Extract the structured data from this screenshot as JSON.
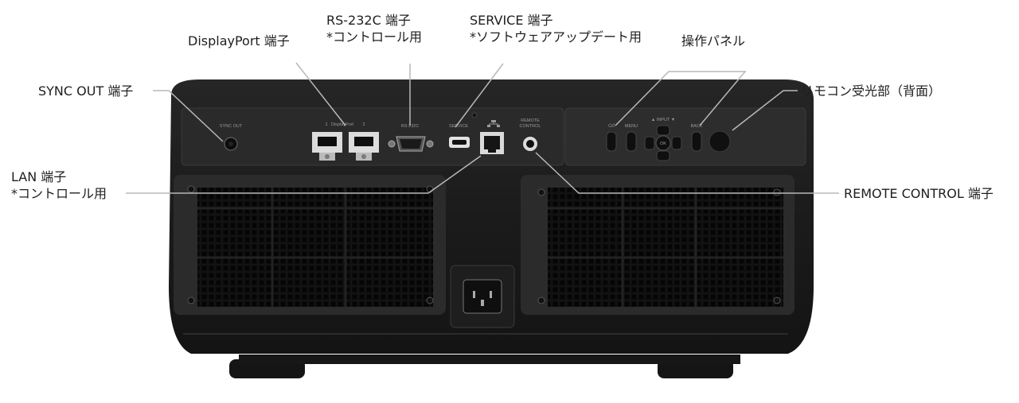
{
  "labels": {
    "sync_out": "SYNC OUT 端子",
    "displayport": "DisplayPort 端子",
    "rs232c": "RS-232C 端子",
    "rs232c_note": "*コントロール用",
    "service": "SERVICE 端子",
    "service_note": "*ソフトウェアアップデート用",
    "operation_panel": "操作パネル",
    "remote_sensor": "リモコン受光部（背面）",
    "lan": "LAN 端子",
    "lan_note": "*コントロール用",
    "remote_control": "REMOTE CONTROL 端子"
  },
  "device_text": {
    "sync_out": "SYNC OUT",
    "displayport": "DisplayPort",
    "dp_1": "1",
    "dp_2": "2",
    "rs232c": "RS-232C",
    "service": "SERVICE",
    "remote": "REMOTE",
    "control": "CONTROL",
    "power": "⏻/I",
    "menu": "MENU",
    "input": "▲ INPUT ▼",
    "back": "BACK",
    "ok": "OK"
  },
  "colors": {
    "body": "#1c1c1c",
    "panel": "#2a2a2a",
    "leader": "#b8b8b8",
    "port_white": "#dcdcdc",
    "label_text": "#1e1e1e"
  }
}
